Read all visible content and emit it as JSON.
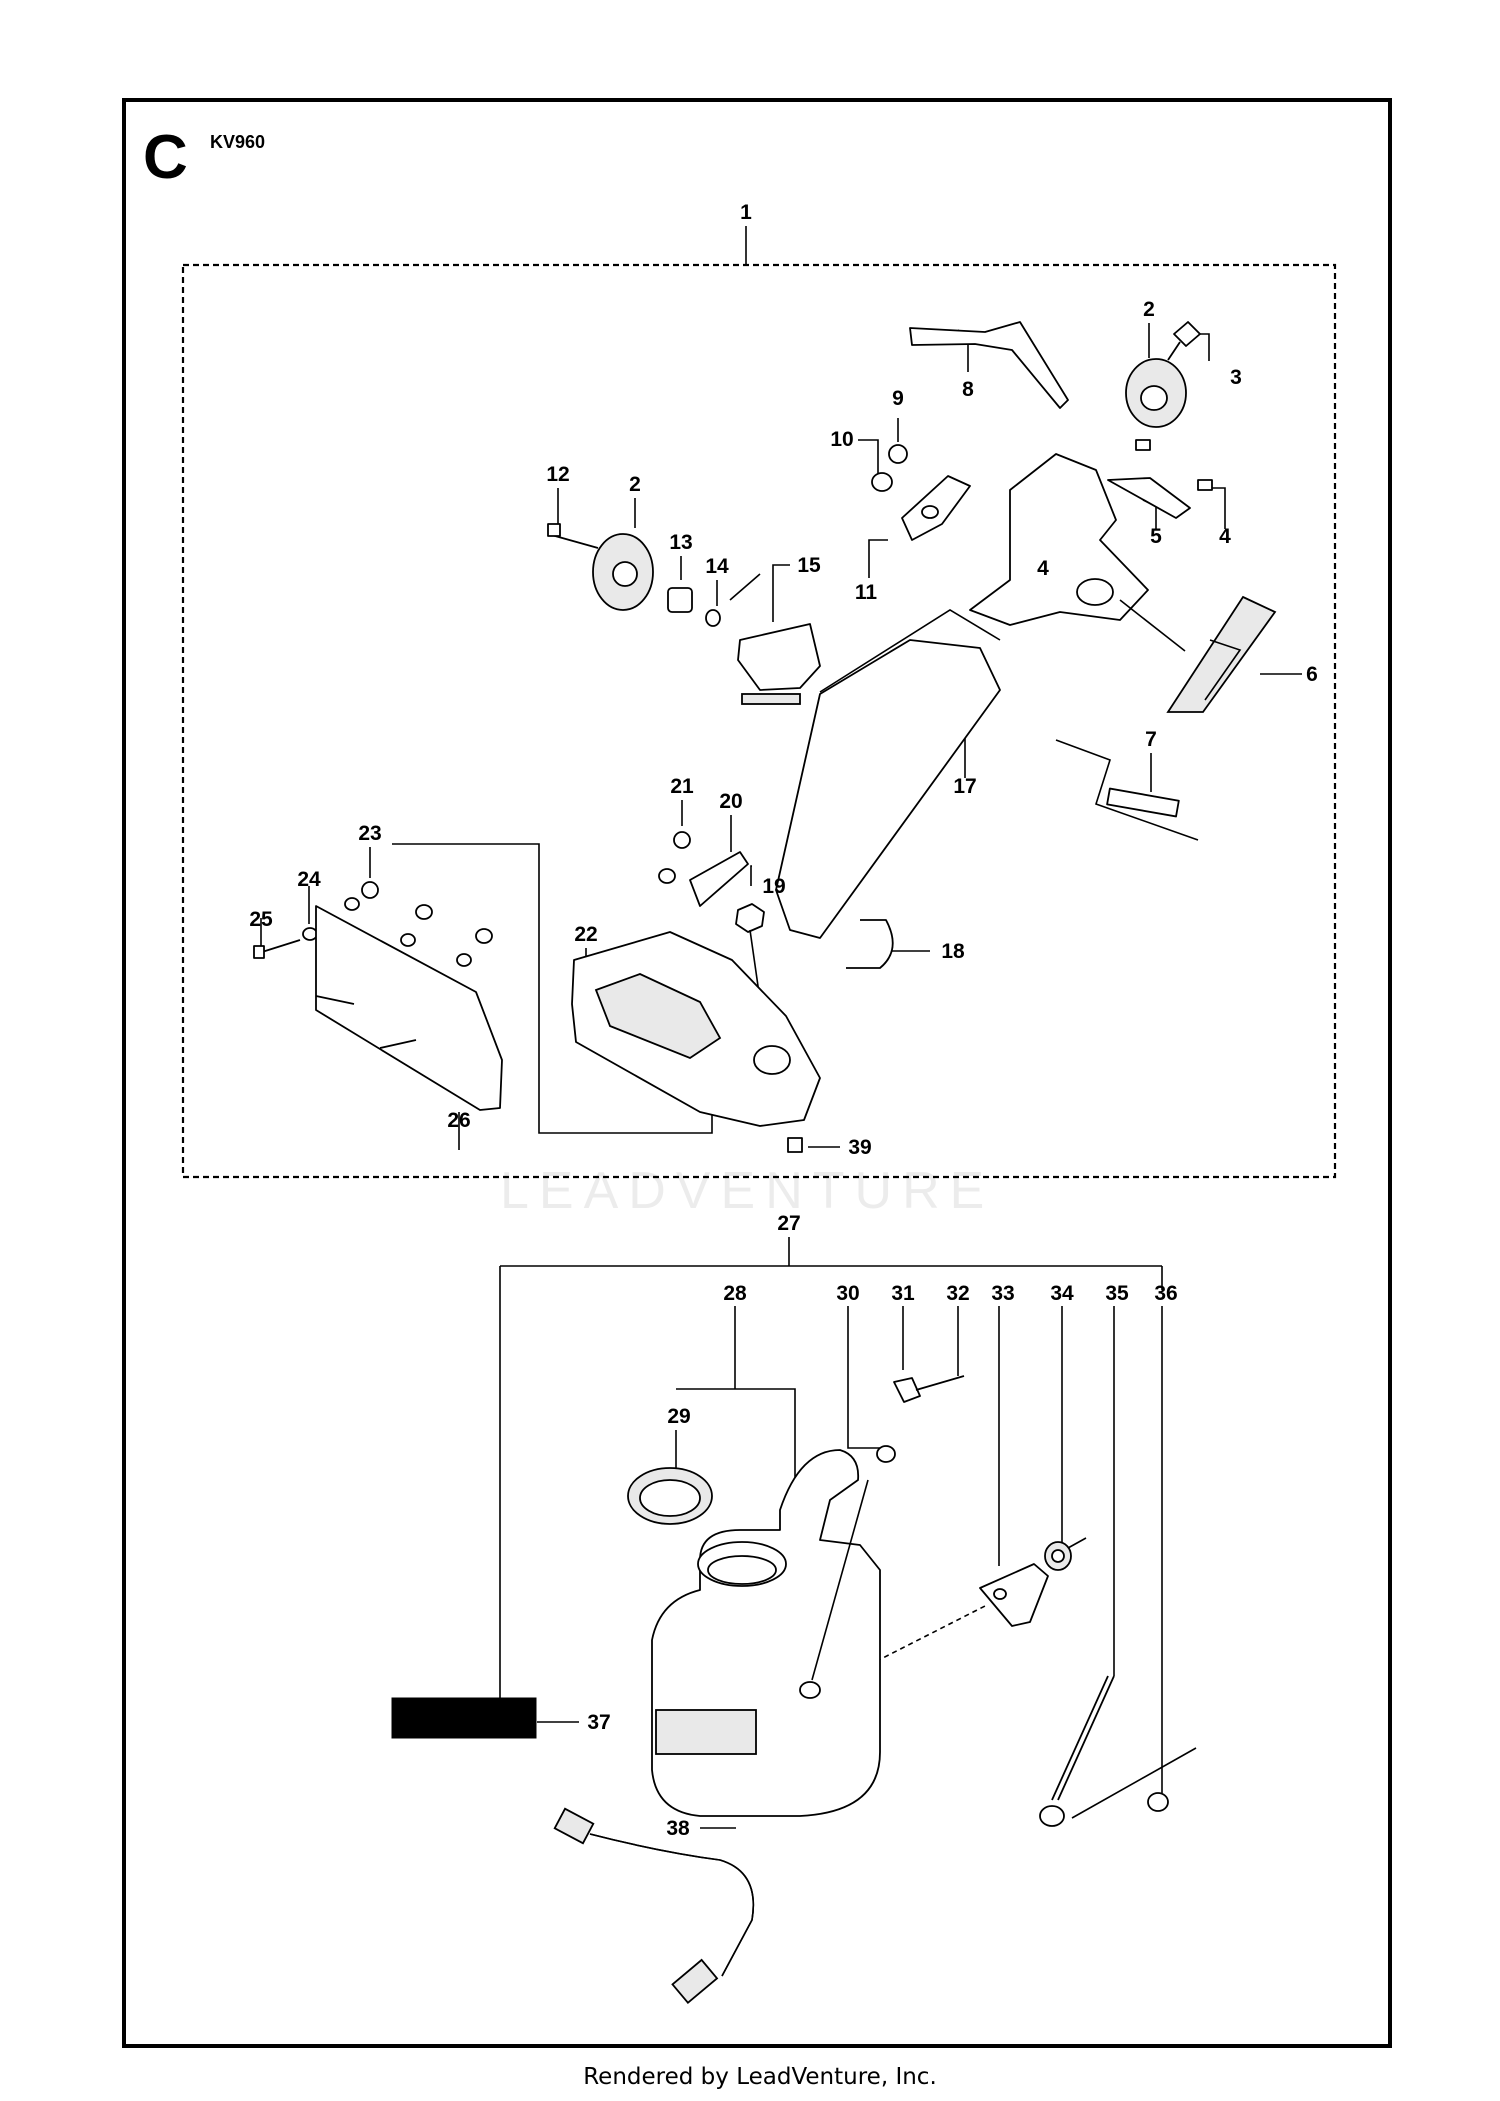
{
  "diagram": {
    "section_letter": "C",
    "model": "KV960",
    "watermark": "LEADVENTURE",
    "footer": "Rendered by LeadVenture, Inc.",
    "callouts": [
      {
        "id": "c1",
        "label": "1"
      },
      {
        "id": "c2a",
        "label": "2"
      },
      {
        "id": "c3",
        "label": "3"
      },
      {
        "id": "c8",
        "label": "8"
      },
      {
        "id": "c9",
        "label": "9"
      },
      {
        "id": "c10",
        "label": "10"
      },
      {
        "id": "c12",
        "label": "12"
      },
      {
        "id": "c2b",
        "label": "2"
      },
      {
        "id": "c13",
        "label": "13"
      },
      {
        "id": "c14",
        "label": "14"
      },
      {
        "id": "c15",
        "label": "15"
      },
      {
        "id": "c11",
        "label": "11"
      },
      {
        "id": "c4a",
        "label": "4"
      },
      {
        "id": "c4b",
        "label": "4"
      },
      {
        "id": "c5",
        "label": "5"
      },
      {
        "id": "c6",
        "label": "6"
      },
      {
        "id": "c7",
        "label": "7"
      },
      {
        "id": "c17",
        "label": "17"
      },
      {
        "id": "c21",
        "label": "21"
      },
      {
        "id": "c20",
        "label": "20"
      },
      {
        "id": "c19",
        "label": "19"
      },
      {
        "id": "c23",
        "label": "23"
      },
      {
        "id": "c24",
        "label": "24"
      },
      {
        "id": "c25",
        "label": "25"
      },
      {
        "id": "c22",
        "label": "22"
      },
      {
        "id": "c18",
        "label": "18"
      },
      {
        "id": "c26",
        "label": "26"
      },
      {
        "id": "c39",
        "label": "39"
      },
      {
        "id": "c27",
        "label": "27"
      },
      {
        "id": "c28",
        "label": "28"
      },
      {
        "id": "c30",
        "label": "30"
      },
      {
        "id": "c31",
        "label": "31"
      },
      {
        "id": "c32",
        "label": "32"
      },
      {
        "id": "c33",
        "label": "33"
      },
      {
        "id": "c34",
        "label": "34"
      },
      {
        "id": "c35",
        "label": "35"
      },
      {
        "id": "c36",
        "label": "36"
      },
      {
        "id": "c29",
        "label": "29"
      },
      {
        "id": "c37",
        "label": "37"
      },
      {
        "id": "c38",
        "label": "38"
      }
    ]
  }
}
